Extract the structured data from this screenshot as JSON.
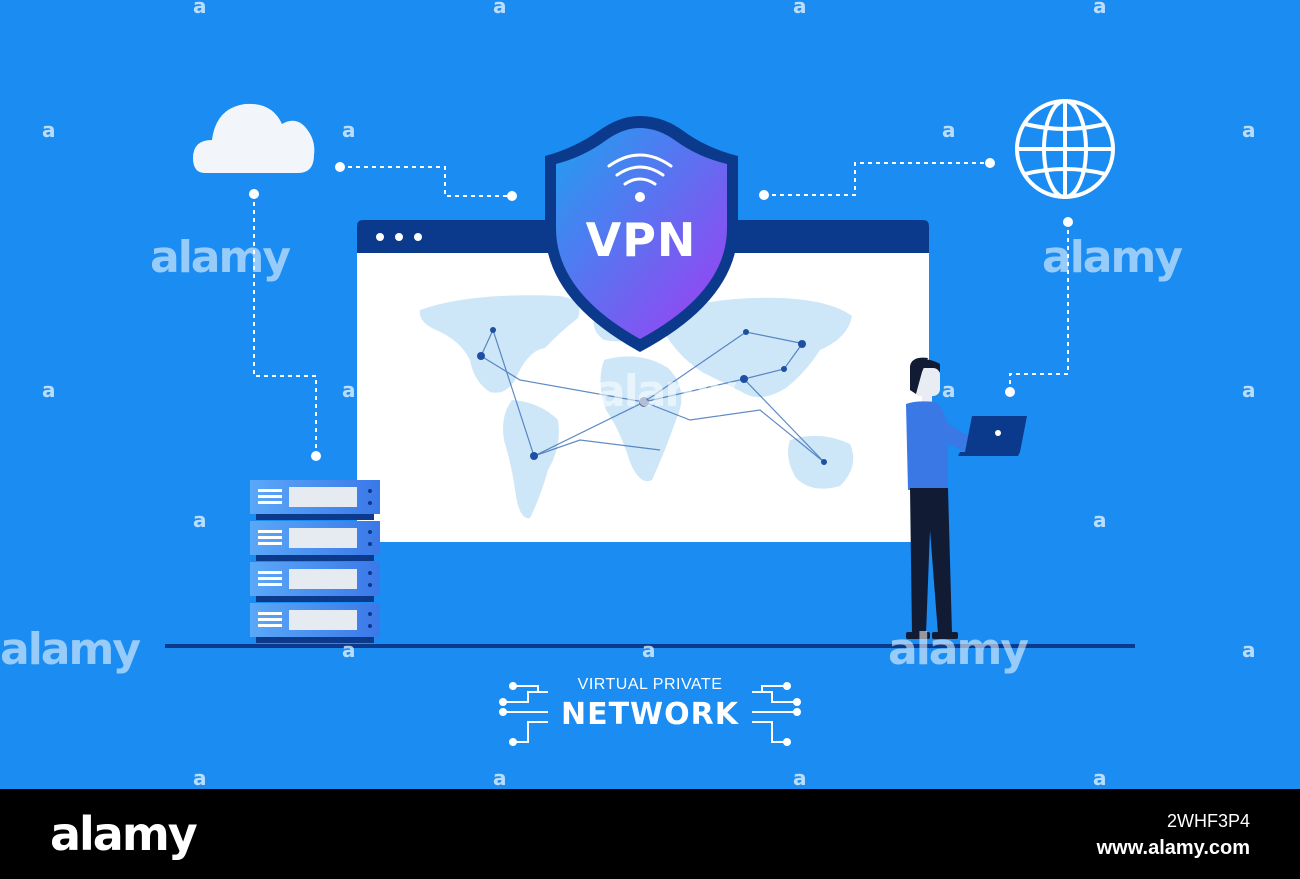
{
  "shield": {
    "label": "VPN"
  },
  "caption": {
    "line1": "VIRTUAL PRIVATE",
    "line2": "NETWORK"
  },
  "watermark": {
    "text": "alamy",
    "letter": "a"
  },
  "footer": {
    "logo": "alamy",
    "image_id": "2WHF3P4",
    "site": "www.alamy.com"
  },
  "colors": {
    "background": "#1a8cf2",
    "window_bar": "#0b3a8c",
    "shield_start": "#1fa0f0",
    "shield_end": "#9b3df2",
    "server": "#4a8ff0",
    "footer": "#000000"
  },
  "icons": [
    "cloud-icon",
    "globe-icon",
    "wifi-icon",
    "shield-icon",
    "server-rack-icon",
    "laptop-icon",
    "world-map-icon",
    "circuit-icon"
  ]
}
